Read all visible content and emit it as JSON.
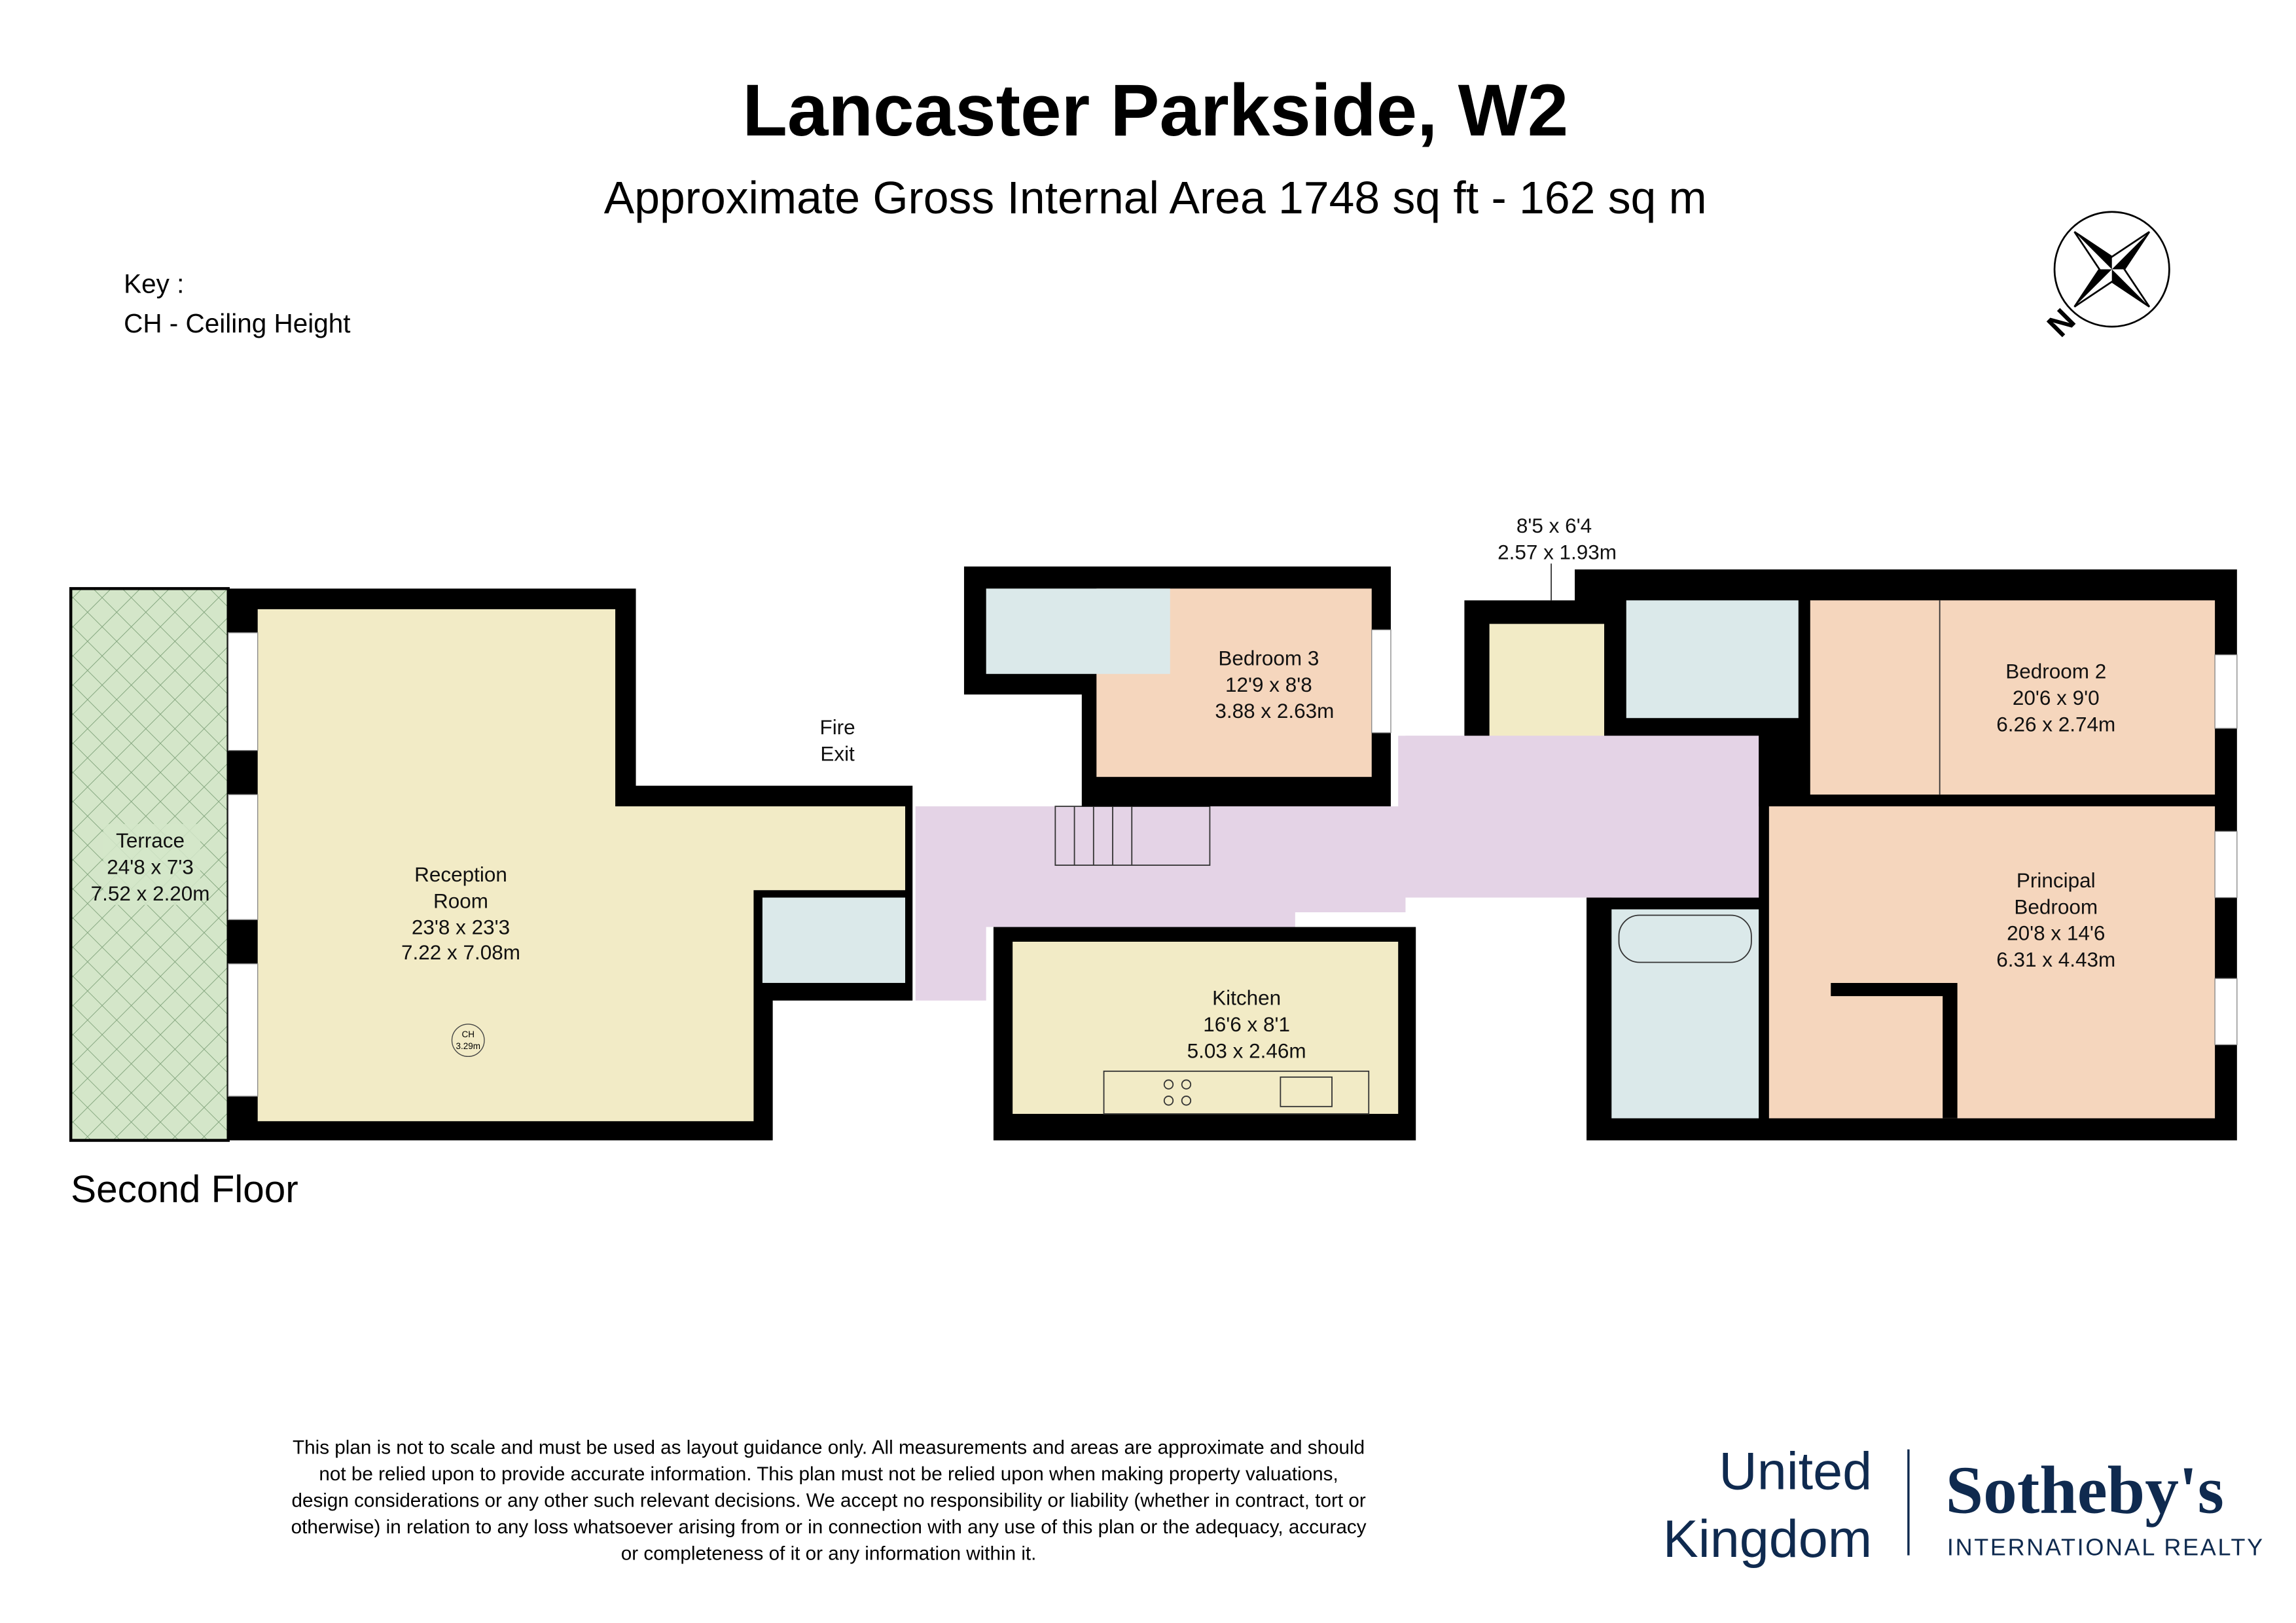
{
  "header": {
    "title": "Lancaster Parkside, W2",
    "subtitle": "Approximate Gross Internal Area 1748 sq ft - 162 sq m"
  },
  "key": {
    "heading": "Key :",
    "items": [
      "CH - Ceiling Height"
    ]
  },
  "compass": {
    "label": "N",
    "icon": "compass-rose-icon"
  },
  "floor_label": "Second Floor",
  "rooms": {
    "terrace": {
      "name": "Terrace",
      "imperial": "24'8 x 7'3",
      "metric": "7.52 x 2.20m"
    },
    "reception": {
      "name1": "Reception",
      "name2": "Room",
      "imperial": "23'8 x 23'3",
      "metric": "7.22 x 7.08m"
    },
    "ceiling": {
      "label": "CH",
      "value": "3.29m"
    },
    "fire_exit": {
      "line1": "Fire",
      "line2": "Exit"
    },
    "bedroom3": {
      "name": "Bedroom 3",
      "imperial": "12'9 x 8'8",
      "metric": "3.88 x 2.63m"
    },
    "kitchen": {
      "name": "Kitchen",
      "imperial": "16'6 x 8'1",
      "metric": "5.03 x 2.46m"
    },
    "store": {
      "imperial": "8'5 x 6'4",
      "metric": "2.57 x 1.93m"
    },
    "bedroom2": {
      "name": "Bedroom 2",
      "imperial": "20'6 x 9'0",
      "metric": "6.26 x 2.74m"
    },
    "principal": {
      "name1": "Principal",
      "name2": "Bedroom",
      "imperial": "20'8 x 14'6",
      "metric": "6.31 x 4.43m"
    }
  },
  "colors": {
    "reception": "#f2ebc6",
    "hall": "#e4d3e6",
    "bedroom": "#f5d6bd",
    "bathroom": "#dbe9ea",
    "terrace": "#d4e6c9",
    "brand": "#0f2a4f"
  },
  "disclaimer": [
    "This plan is not to scale and must be used as layout guidance only. All measurements and areas are approximate and should",
    "not be relied upon to provide accurate information. This plan must not be relied upon when making property valuations,",
    "design considerations or any other such relevant decisions. We accept no responsibility or liability (whether in contract, tort or",
    "otherwise) in relation to any loss whatsoever arising from or in connection with any use of this plan or the adequacy, accuracy",
    "or completeness of it or any information within it."
  ],
  "branding": {
    "line1": "United",
    "line2": "Kingdom",
    "brand": "Sotheby's",
    "tagline": "INTERNATIONAL REALTY"
  }
}
